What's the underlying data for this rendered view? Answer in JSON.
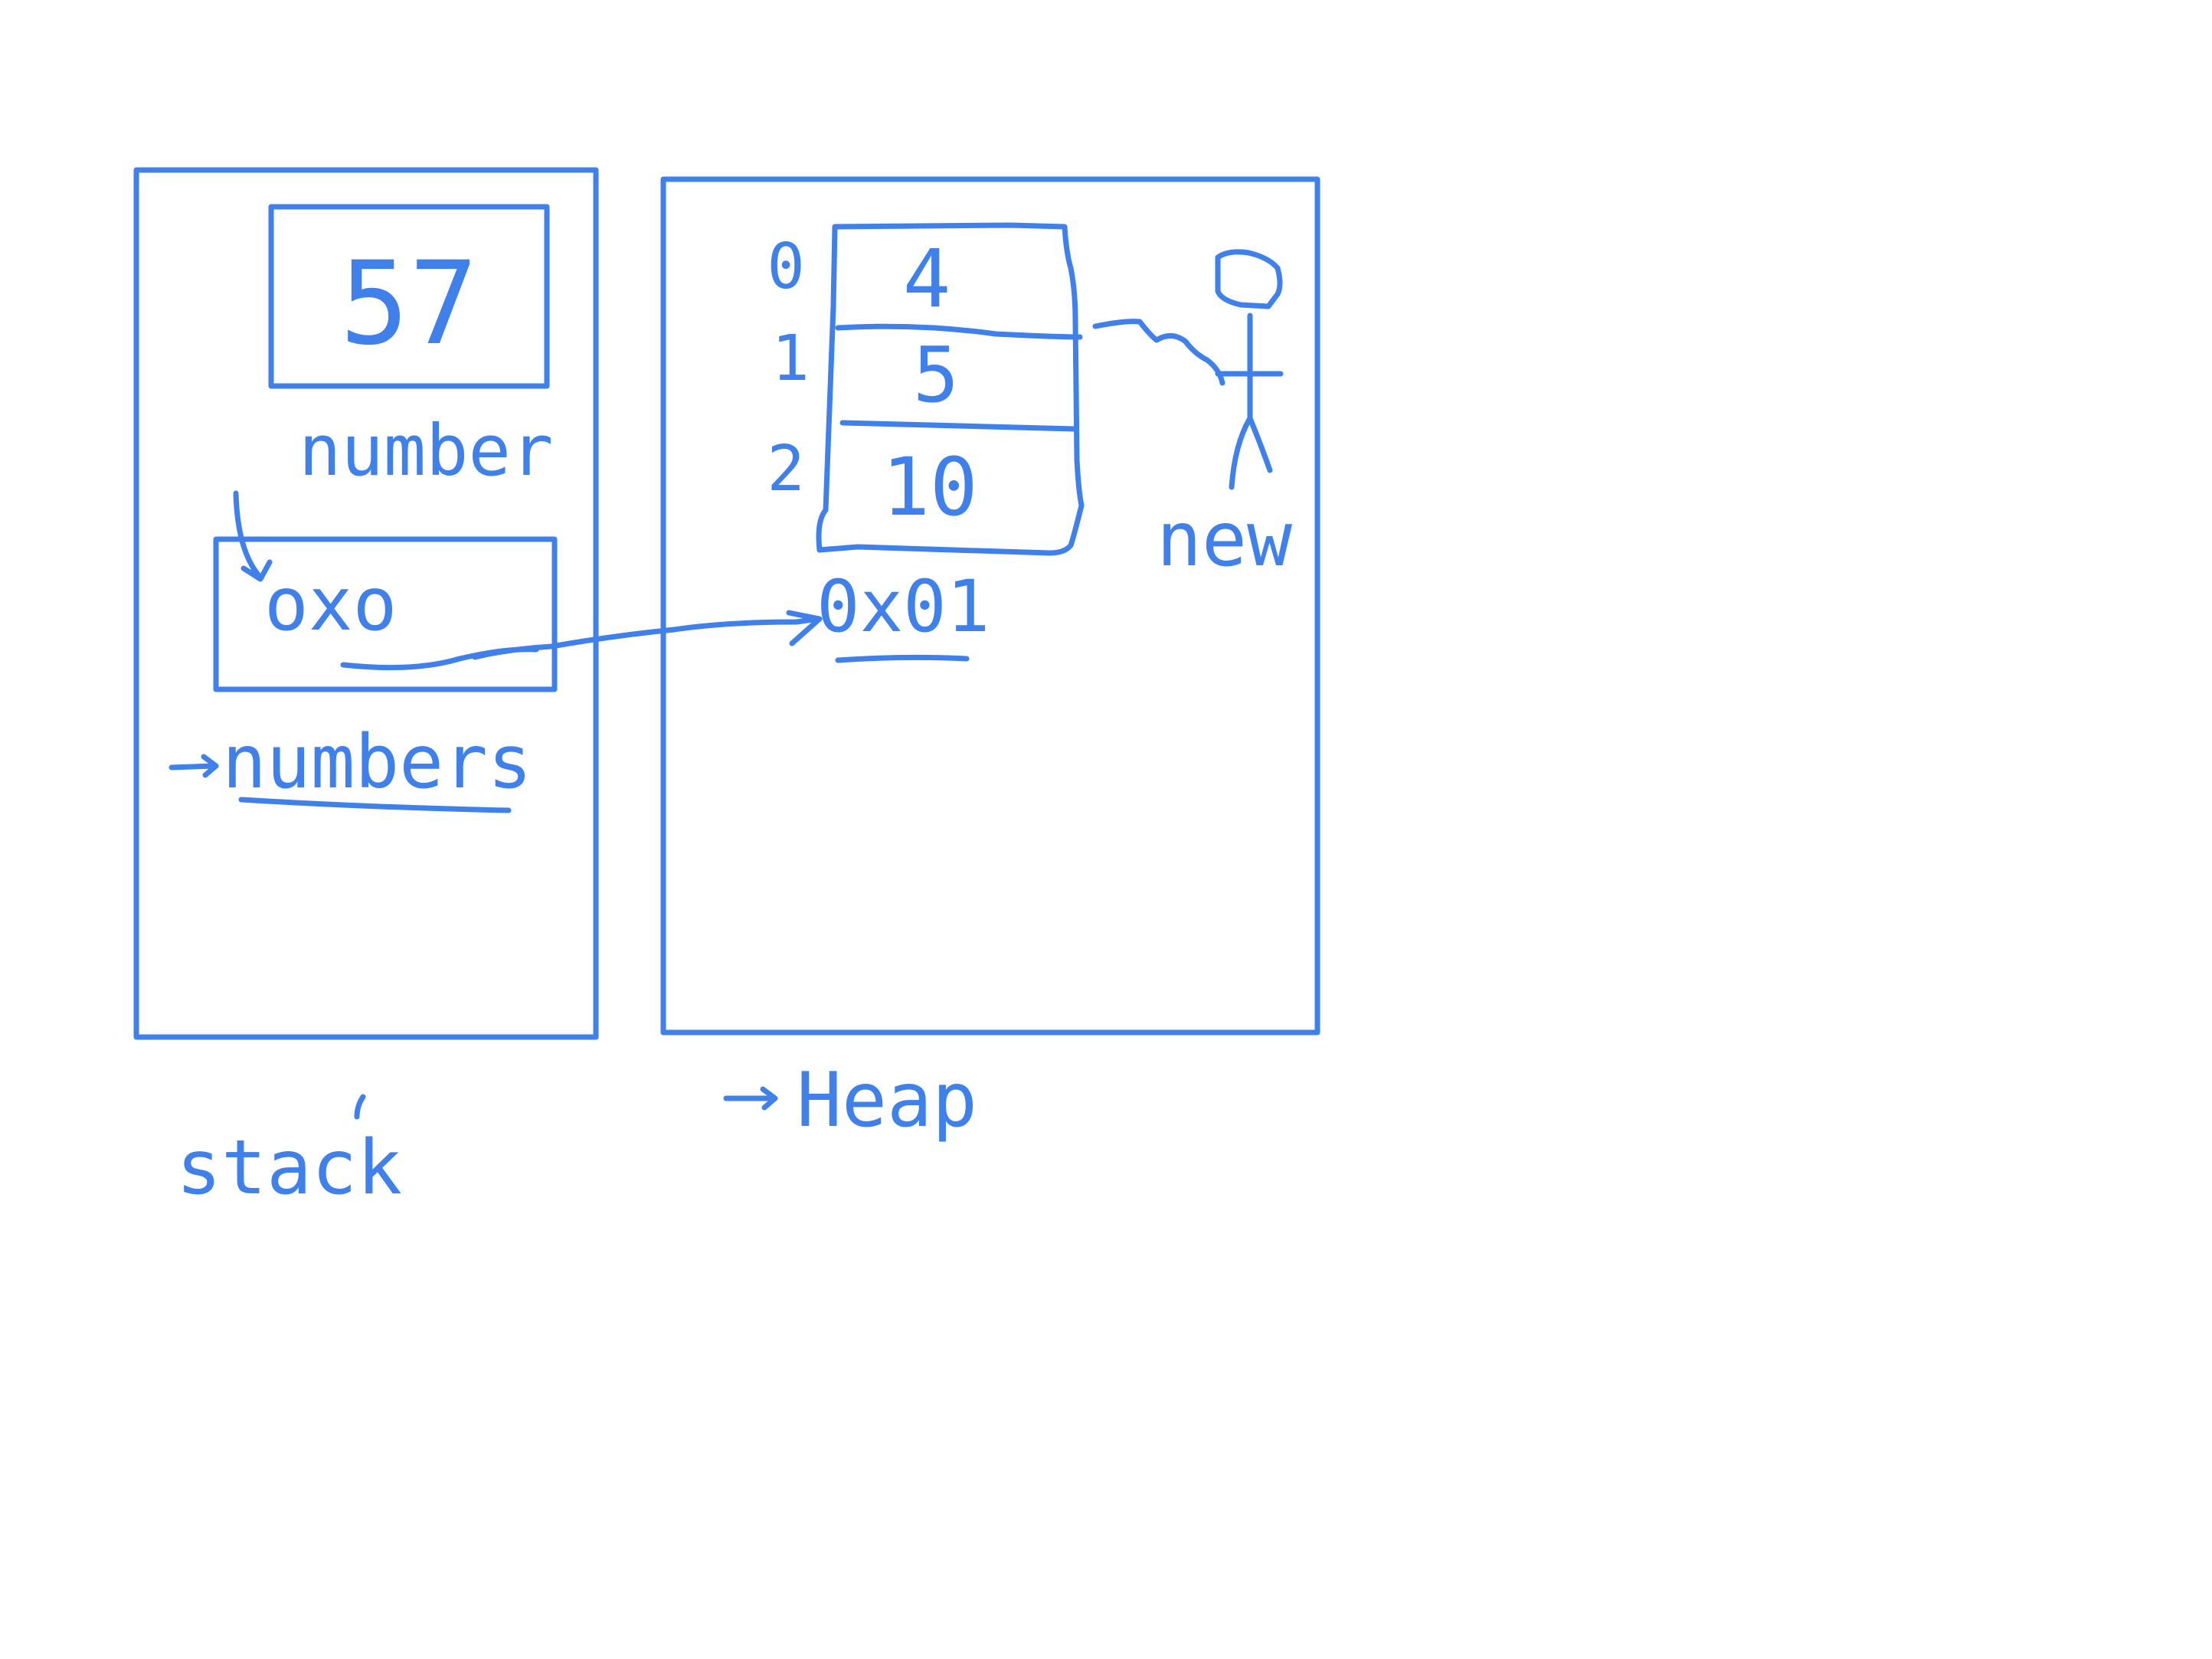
{
  "diagram": {
    "ink_color": "#3f80ea",
    "stack": {
      "caption": "stack",
      "number": {
        "value": "57",
        "label": "number"
      },
      "numbers": {
        "value": "oxo",
        "label": "numbers"
      }
    },
    "heap": {
      "caption": "Heap",
      "array": {
        "indices": [
          "0",
          "1",
          "2"
        ],
        "values": [
          "4",
          "5",
          "10"
        ],
        "address": "0x01"
      },
      "keyword": "new"
    }
  }
}
